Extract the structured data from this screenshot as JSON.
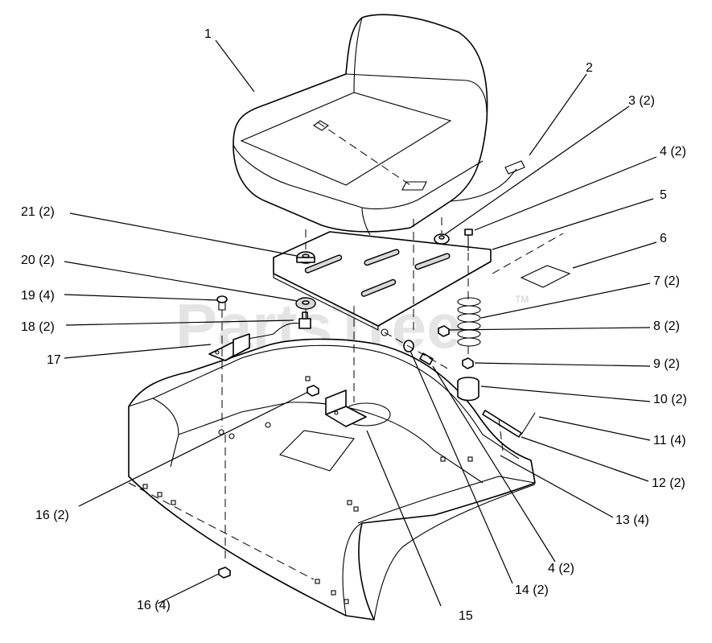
{
  "watermark": {
    "text": "PartsTree",
    "tm": "TM"
  },
  "callouts": [
    {
      "id": "c1",
      "label": "1"
    },
    {
      "id": "c2",
      "label": "2"
    },
    {
      "id": "c3",
      "label": "3 (2)"
    },
    {
      "id": "c4a",
      "label": "4 (2)"
    },
    {
      "id": "c5",
      "label": "5"
    },
    {
      "id": "c6",
      "label": "6"
    },
    {
      "id": "c7",
      "label": "7 (2)"
    },
    {
      "id": "c8",
      "label": "8 (2)"
    },
    {
      "id": "c9",
      "label": "9 (2)"
    },
    {
      "id": "c10",
      "label": "10 (2)"
    },
    {
      "id": "c11",
      "label": "11 (4)"
    },
    {
      "id": "c12",
      "label": "12 (2)"
    },
    {
      "id": "c13",
      "label": "13 (4)"
    },
    {
      "id": "c4b",
      "label": "4 (2)"
    },
    {
      "id": "c14",
      "label": "14 (2)"
    },
    {
      "id": "c15",
      "label": "15"
    },
    {
      "id": "c16b",
      "label": "16 (4)"
    },
    {
      "id": "c16a",
      "label": "16 (2)"
    },
    {
      "id": "c17",
      "label": "17"
    },
    {
      "id": "c18",
      "label": "18 (2)"
    },
    {
      "id": "c19",
      "label": "19 (4)"
    },
    {
      "id": "c20",
      "label": "20 (2)"
    },
    {
      "id": "c21",
      "label": "21 (2)"
    }
  ]
}
